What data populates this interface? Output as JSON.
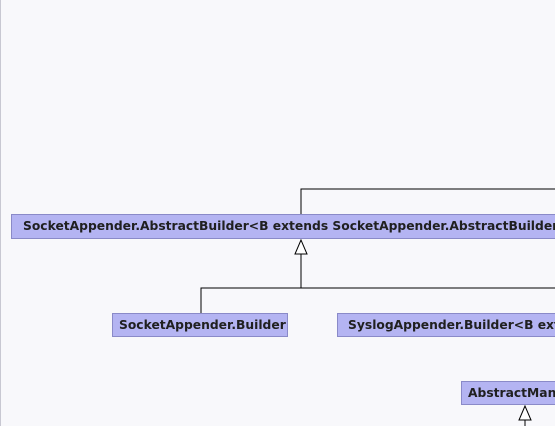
{
  "diagram": {
    "nodes": {
      "socket_abstract_builder": "SocketAppender.AbstractBuilder<B extends SocketAppender.AbstractBuilder<B>>",
      "socket_builder": "SocketAppender.Builder",
      "syslog_builder": "SyslogAppender.Builder<B extends SyslogAppender.Builder<B>>",
      "abstract_manager": "AbstractManager"
    },
    "colors": {
      "background": "#f8f8fb",
      "node_fill": "#b4b4f2",
      "node_border": "#8a8ac8",
      "edge": "#000000"
    }
  }
}
